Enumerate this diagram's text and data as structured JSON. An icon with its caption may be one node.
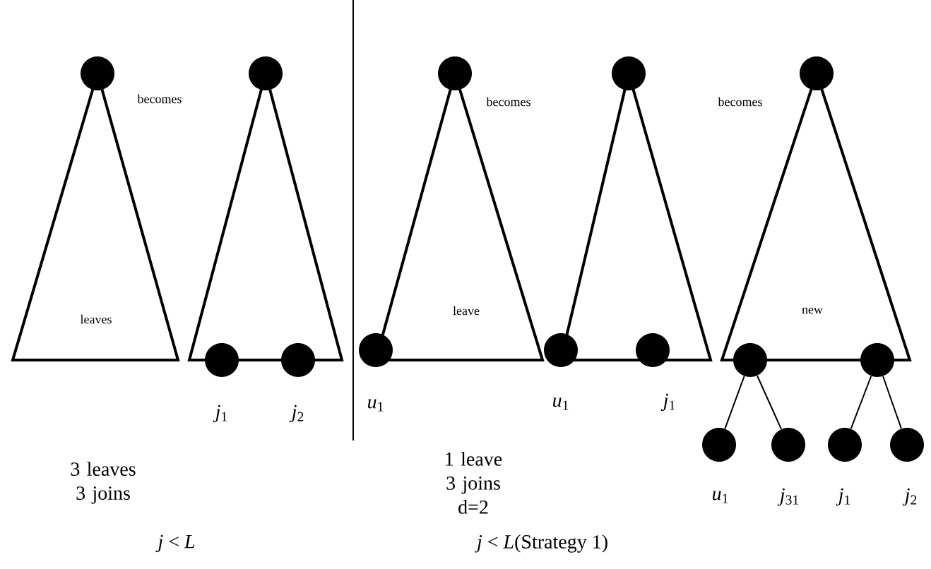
{
  "diagram": {
    "nodes": [
      {
        "text": [
          "leaves"
        ]
      },
      {
        "text": [],
        "shape": "circle"
      },
      {
        "text": [],
        "shape": "triangle"
      },
      {
        "text": [],
        "shape": "circle"
      },
      {
        "text": [],
        "shape": "circle",
        "beside": [
          "*j*$_{1}$"
        ]
      },
      {
        "text": [],
        "shape": "circle",
        "beside": [
          "*j*$_{2}$"
        ]
      },
      {
        "text": [
          "leave"
        ]
      },
      {
        "text": [],
        "shape": "circle"
      },
      {
        "text": [],
        "shape": "circle",
        "beside": [
          "*u*$_{1}$"
        ]
      },
      {
        "text": [],
        "shape": "triangle"
      },
      {
        "text": [],
        "shape": "circle"
      },
      {
        "text": [],
        "shape": "circle",
        "beside": [
          "*u*$_{1}$"
        ]
      },
      {
        "text": [],
        "shape": "circle",
        "beside": [
          "*j*$_{1}$"
        ]
      },
      {
        "text": [
          "new"
        ]
      },
      {
        "text": [],
        "shape": "circle"
      },
      {
        "text": [],
        "shape": "circle"
      },
      {
        "text": [],
        "shape": "circle"
      },
      {
        "text": [],
        "shape": "circle",
        "beside": [
          "*u*$_{1}$"
        ]
      },
      {
        "text": [],
        "shape": "circle",
        "beside": [
          "*j*$_{31}$"
        ]
      },
      {
        "text": [],
        "shape": "circle",
        "beside": [
          "*j*$_{1}$"
        ]
      },
      {
        "text": [],
        "shape": "circle",
        "beside": [
          "*j*$_{2}$"
        ]
      }
    ],
    "edges": [
      {
        "from": 15,
        "to": 17,
        "arrow": "none"
      },
      {
        "from": 15,
        "to": 18,
        "arrow": "none"
      },
      {
        "from": 16,
        "to": 19,
        "arrow": "none"
      },
      {
        "from": 16,
        "to": 20,
        "arrow": "none"
      }
    ],
    "labels": [
      "becomes",
      "becomes",
      "becomes",
      "3 leaves 3 joins",
      "*j* < *L*",
      "1 leave 3 joins d=2",
      "*j* < *L*(Strategy 1)"
    ]
  }
}
